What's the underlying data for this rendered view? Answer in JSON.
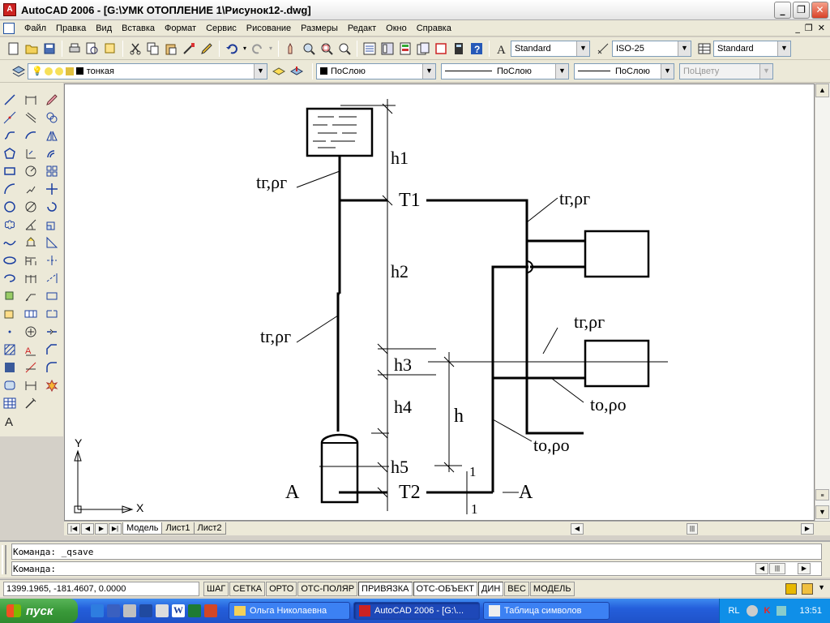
{
  "window": {
    "title": "AutoCAD 2006 - [G:\\УМК ОТОПЛЕНИЕ 1\\Рисунок12-.dwg]",
    "app_icon": "A"
  },
  "menu": [
    "Файл",
    "Правка",
    "Вид",
    "Вставка",
    "Формат",
    "Сервис",
    "Рисование",
    "Размеры",
    "Редакт",
    "Окно",
    "Справка"
  ],
  "toolbar": {
    "text_style": "Standard",
    "dim_style": "ISO-25",
    "table_style": "Standard",
    "layer": "тонкая",
    "color": "ПоСлою",
    "linetype": "ПоСлою",
    "lineweight": "ПоСлою",
    "plot_style": "ПоЦвету"
  },
  "drawing": {
    "labels": {
      "h1": "h1",
      "h2": "h2",
      "h3": "h3",
      "h4": "h4",
      "h5": "h5",
      "h": "h",
      "T1": "T1",
      "T2": "T2",
      "tg_rg": "tг,ρг",
      "to_ro": "tо,ρо",
      "A": "A",
      "one": "1"
    },
    "ucs": {
      "x": "X",
      "y": "Y"
    }
  },
  "layout_tabs": [
    "Модель",
    "Лист1",
    "Лист2"
  ],
  "command": {
    "history": "Команда: _qsave",
    "prompt": "Команда:"
  },
  "status": {
    "coords": "1399.1965, -181.4607, 0.0000",
    "toggles": [
      "ШАГ",
      "СЕТКА",
      "ОРТО",
      "ОТС-ПОЛЯР",
      "ПРИВЯЗКА",
      "ОТС-ОБЪЕКТ",
      "ДИН",
      "ВЕС",
      "МОДЕЛЬ"
    ]
  },
  "taskbar": {
    "start": "пуск",
    "tasks": [
      "Ольга Николаевна",
      "AutoCAD 2006 - [G:\\...",
      "Таблица символов"
    ],
    "lang": "RL",
    "time": "13:51"
  }
}
